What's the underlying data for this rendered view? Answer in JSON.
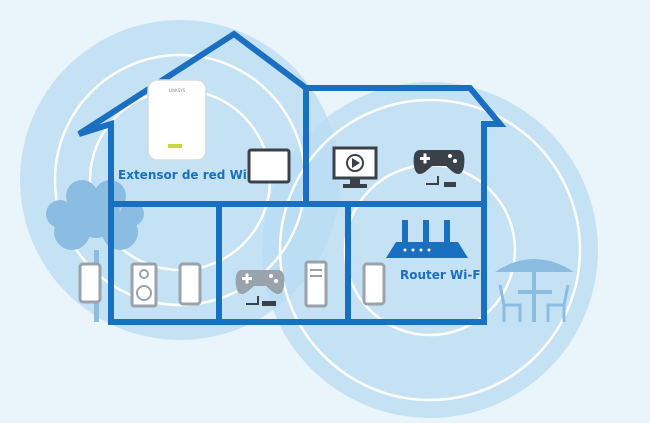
{
  "labels": {
    "extender": "Extensor de red Wi-Fi",
    "router": "Router Wi-Fi",
    "extender_logo": "LINKSYS"
  },
  "colors": {
    "background": "#eaf4fb",
    "house": "#1a6fc0",
    "signal_fill": "#b8dcf3",
    "signal_ring": "#ffffff",
    "device_gray": "#9aa3ab",
    "device_dark": "#3b4148",
    "tree": "#8bbde2",
    "accent_green": "#c9d64b"
  },
  "icons": [
    "wifi-extender-icon",
    "router-icon",
    "tablet-icon",
    "monitor-play-icon",
    "gamepad-icon",
    "smartphone-icon",
    "speaker-icon",
    "desktop-tower-icon",
    "tree-icon",
    "patio-umbrella-icon",
    "patio-chair-icon"
  ]
}
